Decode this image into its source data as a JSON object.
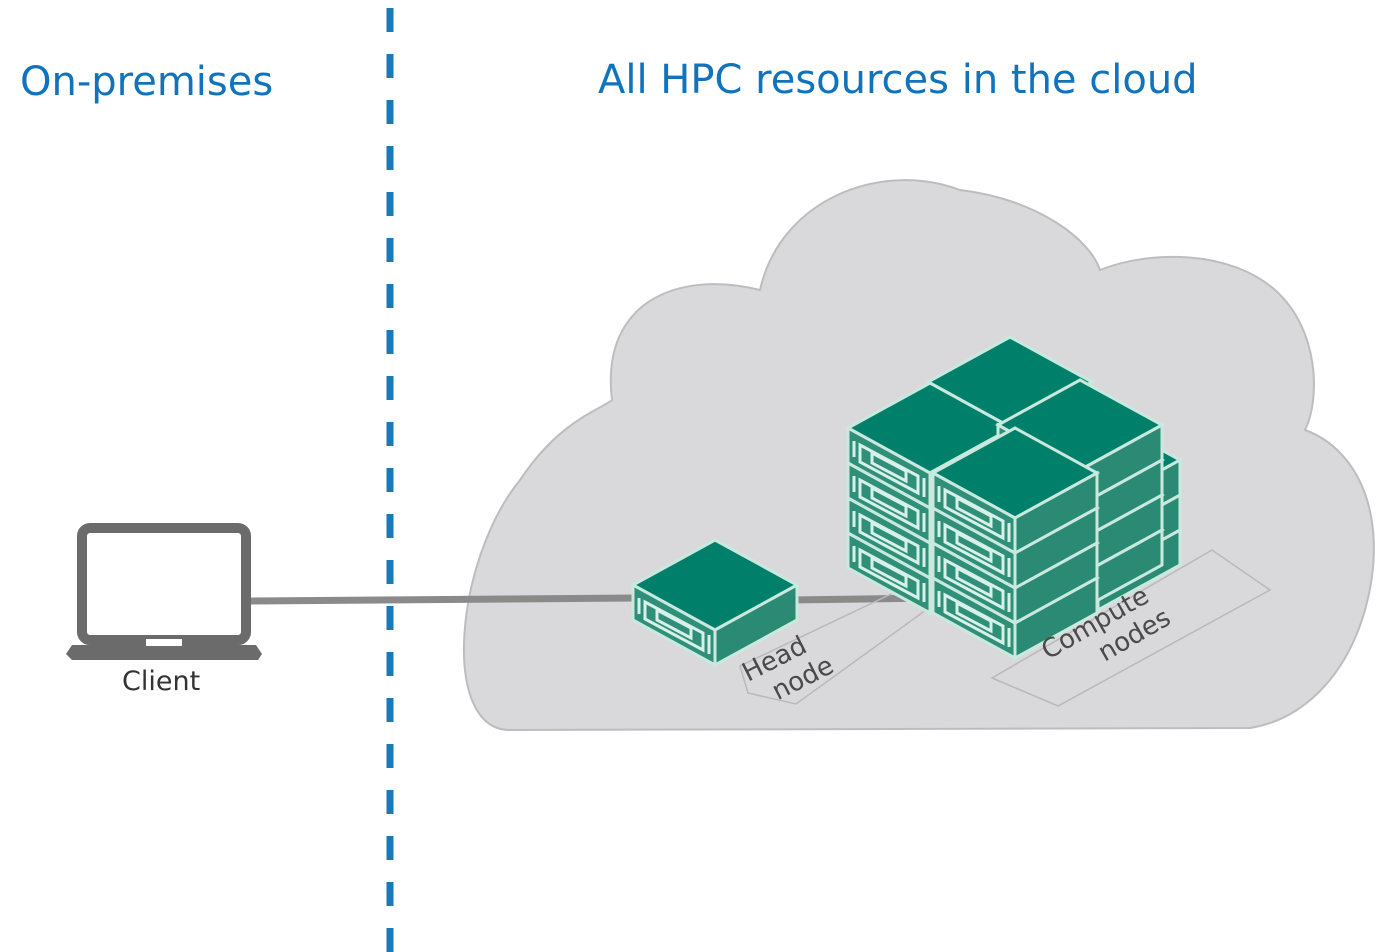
{
  "headings": {
    "left": "On-premises",
    "right": "All HPC resources in the cloud"
  },
  "client": {
    "label": "Client",
    "icon": "laptop-icon"
  },
  "cloud": {
    "icon": "cloud-icon",
    "head_node_label": [
      "Head",
      "node"
    ],
    "compute_nodes_label": [
      "Compute",
      "nodes"
    ]
  },
  "colors": {
    "heading": "#1273bd",
    "divider": "#1a7ab8",
    "server_top": "#00806b",
    "server_side": "#2f8f78",
    "cloud_fill": "#d9d9db",
    "connector": "#8a8a8a",
    "laptop": "#6b6b6b"
  }
}
